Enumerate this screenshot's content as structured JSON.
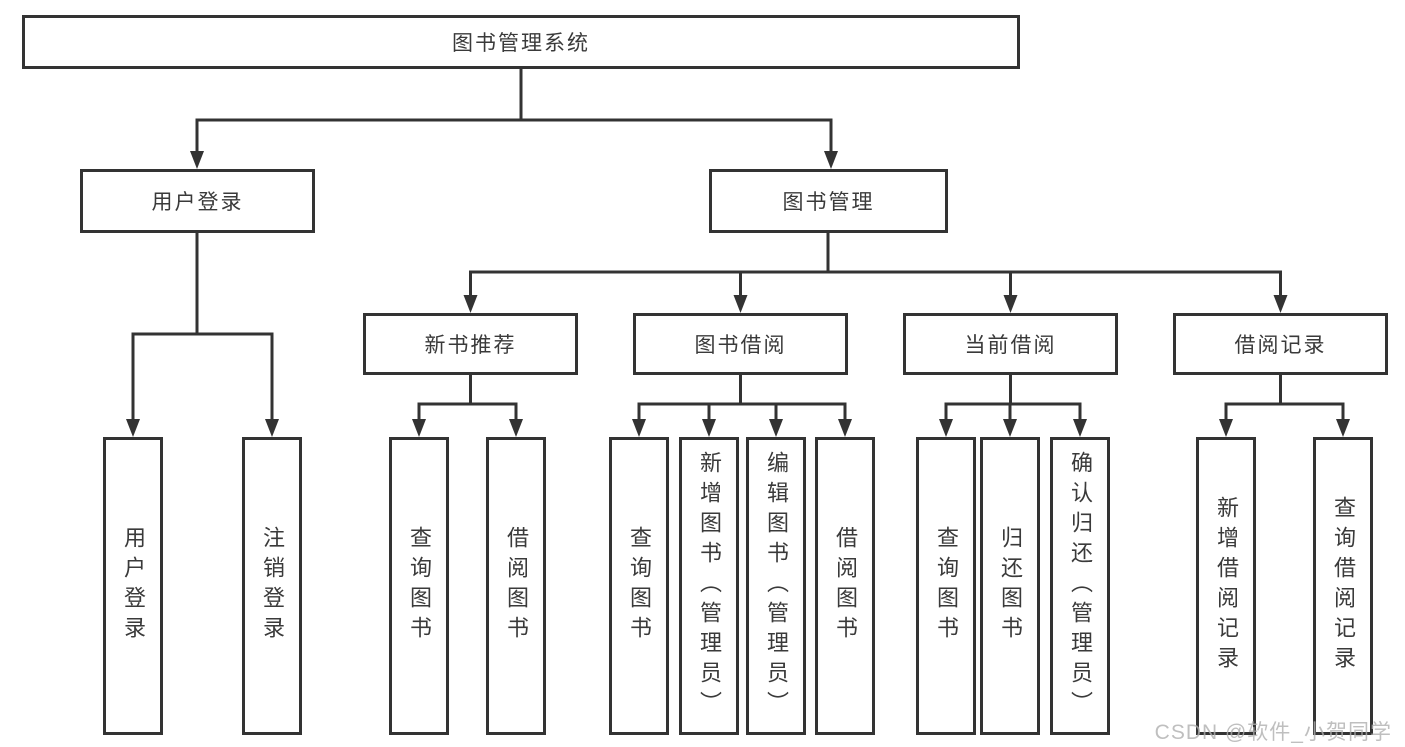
{
  "diagram_title": "图书管理系统",
  "labels": {
    "root": "图书管理系统",
    "user_login": "用户登录",
    "book_mgmt": "图书管理",
    "new_books": "新书推荐",
    "book_borrow": "图书借阅",
    "current_borrow": "当前借阅",
    "borrow_records": "借阅记录",
    "user_login_login": "用户登录",
    "user_login_logout": "注销登录",
    "new_books_query": "查询图书",
    "new_books_borrow": "借阅图书",
    "book_borrow_query": "查询图书",
    "book_borrow_add": "新增图书（管理员）",
    "book_borrow_edit": "编辑图书（管理员）",
    "book_borrow_borrow": "借阅图书",
    "current_query": "查询图书",
    "current_return": "归还图书",
    "current_confirm": "确认归还（管理员）",
    "records_add": "新增借阅记录",
    "records_query": "查询借阅记录"
  },
  "structure": {
    "图书管理系统": [
      "用户登录",
      "图书管理"
    ],
    "用户登录": [
      "用户登录",
      "注销登录"
    ],
    "图书管理": [
      "新书推荐",
      "图书借阅",
      "当前借阅",
      "借阅记录"
    ],
    "新书推荐": [
      "查询图书",
      "借阅图书"
    ],
    "图书借阅": [
      "查询图书",
      "新增图书（管理员）",
      "编辑图书（管理员）",
      "借阅图书"
    ],
    "当前借阅": [
      "查询图书",
      "归还图书",
      "确认归还（管理员）"
    ],
    "借阅记录": [
      "新增借阅记录",
      "查询借阅记录"
    ]
  },
  "watermark": "CSDN @软件_小贺同学",
  "colors": {
    "line": "#333333",
    "box_border": "#333333",
    "box_fill": "#ffffff",
    "text": "#3a3a3a",
    "watermark": "#c7c7c7",
    "background": "#ffffff"
  }
}
